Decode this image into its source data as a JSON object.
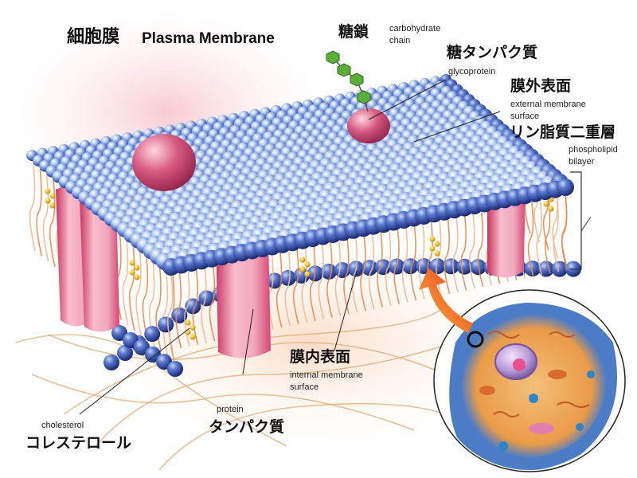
{
  "title": {
    "jp": "細胞膜",
    "en": "Plasma Membrane"
  },
  "labels": {
    "carbohydrate_chain": {
      "jp": "糖鎖",
      "en_line1": "carbohydrate",
      "en_line2": "chain"
    },
    "glycoprotein": {
      "jp": "糖タンパク質",
      "en": "glycoprotein"
    },
    "external_surface": {
      "jp": "膜外表面",
      "en_line1": "external membrane",
      "en_line2": "surface"
    },
    "phospholipid_bilayer": {
      "jp": "リン脂質二重層",
      "en_line1": "phospholipid",
      "en_line2": "bilayer"
    },
    "internal_surface": {
      "jp": "膜内表面",
      "en_line1": "internal membrane",
      "en_line2": "surface"
    },
    "protein": {
      "en": "protein",
      "jp": "タンパク質"
    },
    "cholesterol": {
      "en": "cholesterol",
      "jp": "コレステロール"
    }
  },
  "colors": {
    "head_light": "#d4e2f4",
    "head_mid": "#6f8fd0",
    "head_dark": "#1c2f7e",
    "protein_pink": "#e2527f",
    "cholesterol_gold": "#e9b21a",
    "tail_orange": "#e7884b",
    "sugar_green": "#5cae3b",
    "arrow_red": "#e2391f"
  }
}
